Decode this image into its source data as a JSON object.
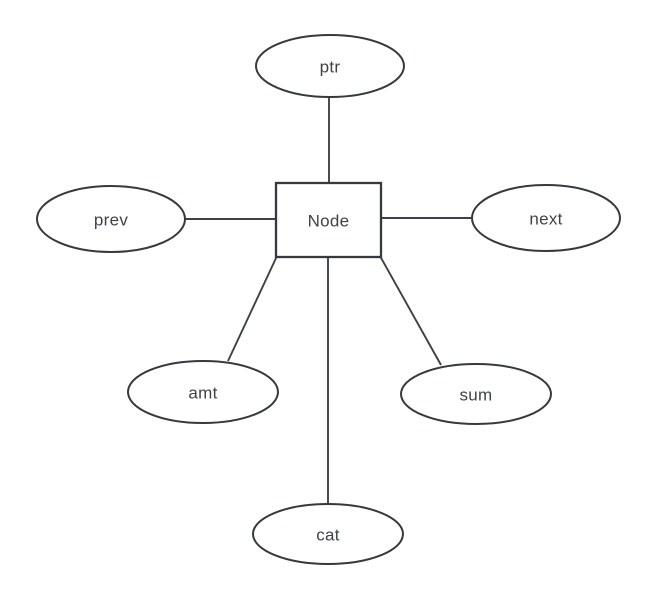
{
  "page": {
    "background": "#ffffff"
  },
  "diagram": {
    "type": "entity-attribute-diagram",
    "entity": {
      "label": "Node",
      "shape": "rectangle"
    },
    "attributes": [
      {
        "label": "ptr",
        "shape": "ellipse",
        "position": "top"
      },
      {
        "label": "prev",
        "shape": "ellipse",
        "position": "left"
      },
      {
        "label": "next",
        "shape": "ellipse",
        "position": "right"
      },
      {
        "label": "amt",
        "shape": "ellipse",
        "position": "bottom-left"
      },
      {
        "label": "sum",
        "shape": "ellipse",
        "position": "bottom-right"
      },
      {
        "label": "cat",
        "shape": "ellipse",
        "position": "bottom"
      }
    ],
    "edges": [
      {
        "from": "Node",
        "to": "ptr"
      },
      {
        "from": "Node",
        "to": "prev"
      },
      {
        "from": "Node",
        "to": "next"
      },
      {
        "from": "Node",
        "to": "amt"
      },
      {
        "from": "Node",
        "to": "sum"
      },
      {
        "from": "Node",
        "to": "cat"
      }
    ],
    "colors": {
      "stroke": "#343a3f",
      "text": "#3d4347",
      "fill": "#ffffff",
      "background": "#ffffff"
    }
  }
}
